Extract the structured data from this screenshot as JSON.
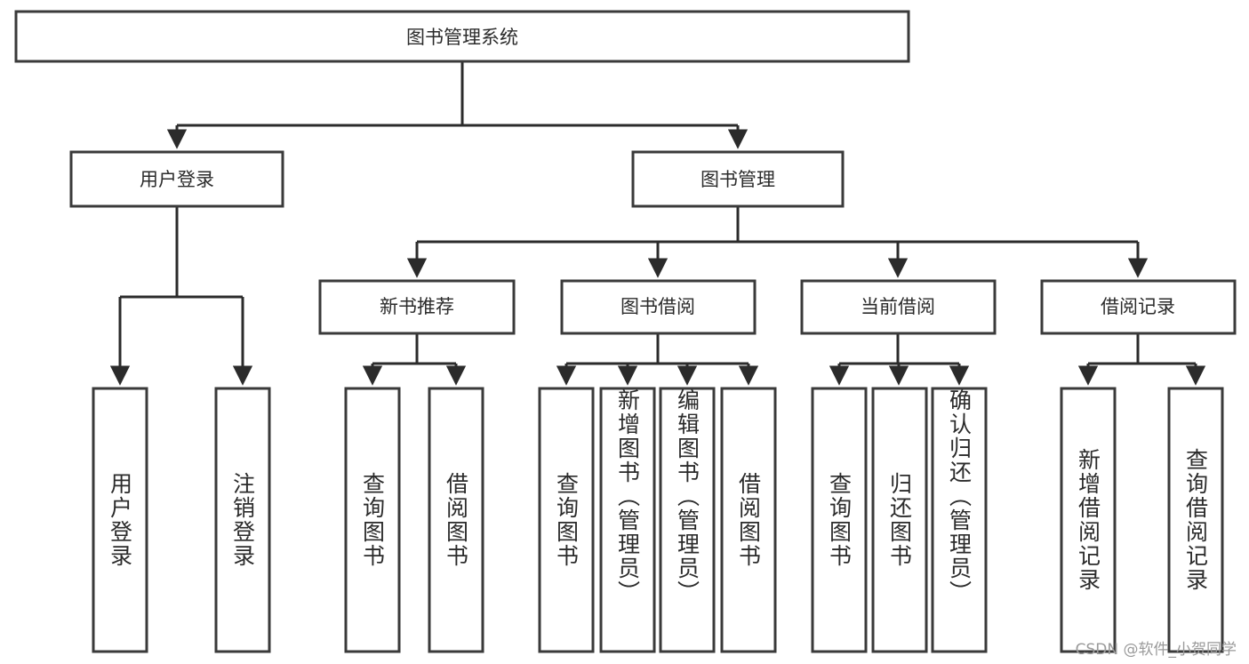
{
  "diagram": {
    "type": "tree-hierarchy-flowchart",
    "title_node": {
      "id": "root",
      "label": "图书管理系统"
    },
    "level1": [
      {
        "id": "user-login",
        "label": "用户登录"
      },
      {
        "id": "book-management",
        "label": "图书管理"
      }
    ],
    "level2": [
      {
        "id": "new-book-recommend",
        "label": "新书推荐",
        "parent": "book-management"
      },
      {
        "id": "book-borrow",
        "label": "图书借阅",
        "parent": "book-management"
      },
      {
        "id": "current-borrow",
        "label": "当前借阅",
        "parent": "book-management"
      },
      {
        "id": "borrow-record",
        "label": "借阅记录",
        "parent": "book-management"
      }
    ],
    "leaves": {
      "user-login": [
        {
          "id": "leaf-user-login",
          "label": "用户登录"
        },
        {
          "id": "leaf-user-logout",
          "label": "注销登录"
        }
      ],
      "new-book-recommend": [
        {
          "id": "leaf-query-book-1",
          "label": "查询图书"
        },
        {
          "id": "leaf-borrow-book-1",
          "label": "借阅图书"
        }
      ],
      "book-borrow": [
        {
          "id": "leaf-query-book-2",
          "label": "查询图书"
        },
        {
          "id": "leaf-add-book",
          "label": "新增图书（管理员）"
        },
        {
          "id": "leaf-edit-book",
          "label": "编辑图书（管理员）"
        },
        {
          "id": "leaf-borrow-book-2",
          "label": "借阅图书"
        }
      ],
      "current-borrow": [
        {
          "id": "leaf-query-book-3",
          "label": "查询图书"
        },
        {
          "id": "leaf-return-book",
          "label": "归还图书"
        },
        {
          "id": "leaf-confirm-return",
          "label": "确认归还（管理员）"
        }
      ],
      "borrow-record": [
        {
          "id": "leaf-add-record",
          "label": "新增借阅记录"
        },
        {
          "id": "leaf-query-record",
          "label": "查询借阅记录"
        }
      ]
    },
    "colors": {
      "box_fill": "#ffffff",
      "box_stroke": "#3a3a3a",
      "connector": "#2b2b2b",
      "text": "#2b2b2b",
      "background": "#ffffff",
      "watermark": "#9a9a9a"
    }
  },
  "watermark": {
    "text": "CSDN @软件_小贺同学"
  }
}
